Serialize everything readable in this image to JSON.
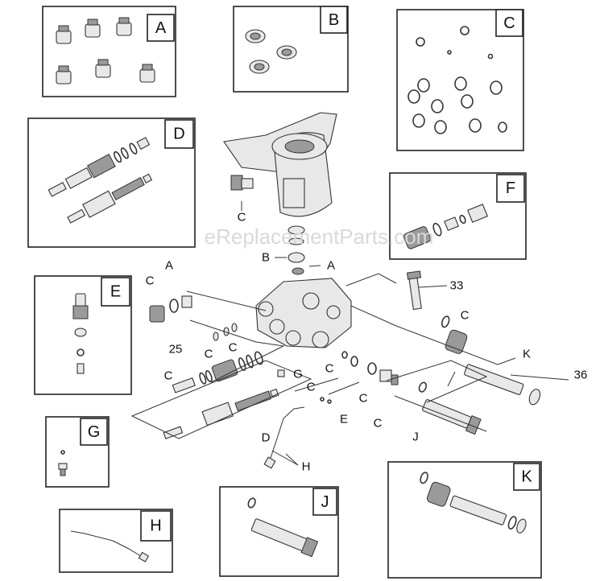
{
  "watermark": "eReplacementParts.com",
  "kits": [
    {
      "id": "kit-a",
      "tag": "A"
    },
    {
      "id": "kit-b",
      "tag": "B"
    },
    {
      "id": "kit-c",
      "tag": "C"
    },
    {
      "id": "kit-d",
      "tag": "D"
    },
    {
      "id": "kit-e",
      "tag": "E"
    },
    {
      "id": "kit-f",
      "tag": "F"
    },
    {
      "id": "kit-g",
      "tag": "G"
    },
    {
      "id": "kit-h",
      "tag": "H"
    },
    {
      "id": "kit-j",
      "tag": "J"
    },
    {
      "id": "kit-k",
      "tag": "K"
    }
  ],
  "callouts": {
    "c_head": "C",
    "b_main": "B",
    "a_main": "A",
    "c_left_a": "C",
    "a_left": "A",
    "n25": "25",
    "c_mid1": "C",
    "c_mid2": "C",
    "c_left2": "C",
    "g_main": "G",
    "c_center": "C",
    "c_center2": "C",
    "e_main": "E",
    "c_center3": "C",
    "d_main": "D",
    "h_main": "H",
    "n33": "33",
    "c_right": "C",
    "k_main": "K",
    "n36": "36",
    "c_right2": "C",
    "j_main": "J"
  }
}
